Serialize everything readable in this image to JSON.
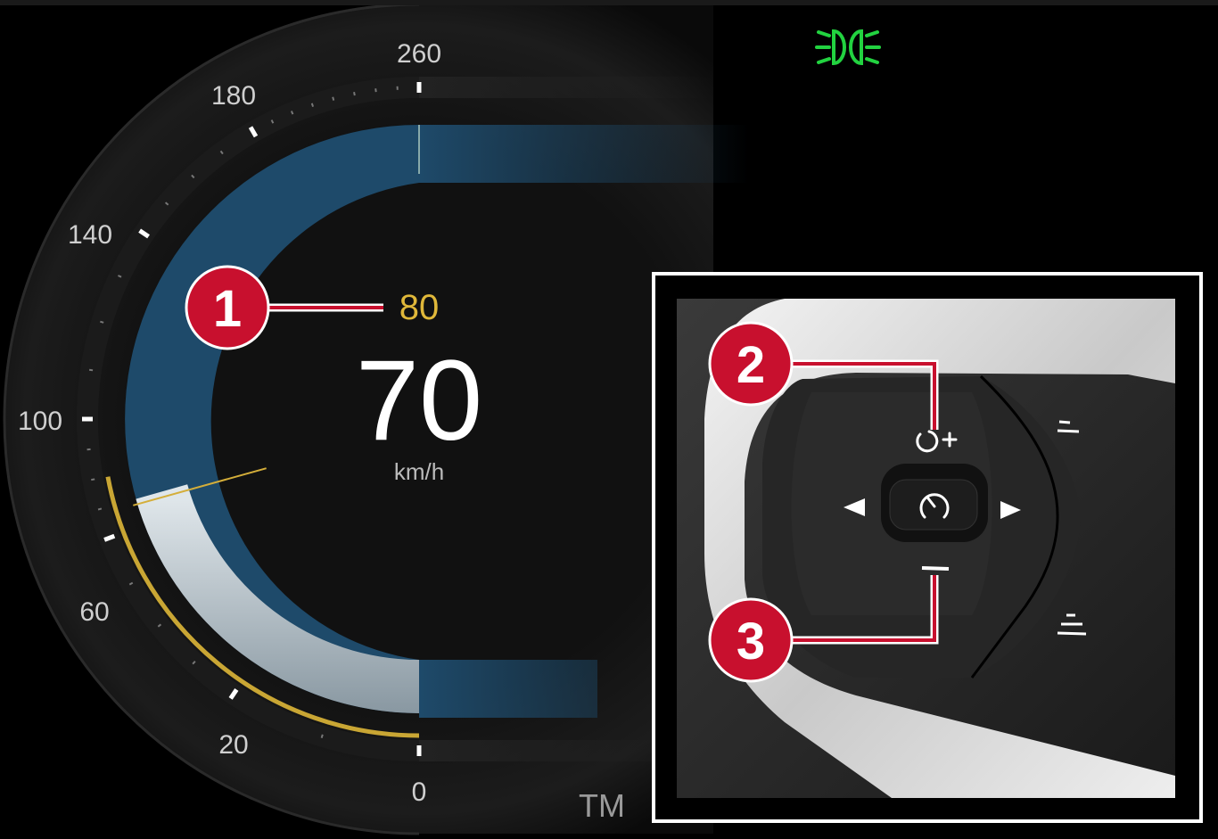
{
  "cluster": {
    "scale_labels": [
      "0",
      "20",
      "60",
      "100",
      "140",
      "180",
      "260"
    ],
    "current_speed": "70",
    "unit": "km/h",
    "set_speed": "80",
    "speed_value": 70,
    "set_speed_value": 80,
    "trademark": "TM",
    "indicator_icon": "headlights-icon",
    "colors": {
      "indicator": "#22d340",
      "set_speed": "#e0b83a",
      "band": "#1e4a6a",
      "callout": "#c8102e"
    }
  },
  "callouts": [
    {
      "number": "1",
      "target": "set-speed"
    },
    {
      "number": "2",
      "target": "resume-plus-button"
    },
    {
      "number": "3",
      "target": "minus-button"
    }
  ],
  "inset": {
    "buttons": [
      "resume-plus-icon",
      "left-arrow-icon",
      "speedometer-button",
      "right-arrow-icon",
      "minus-icon"
    ]
  }
}
